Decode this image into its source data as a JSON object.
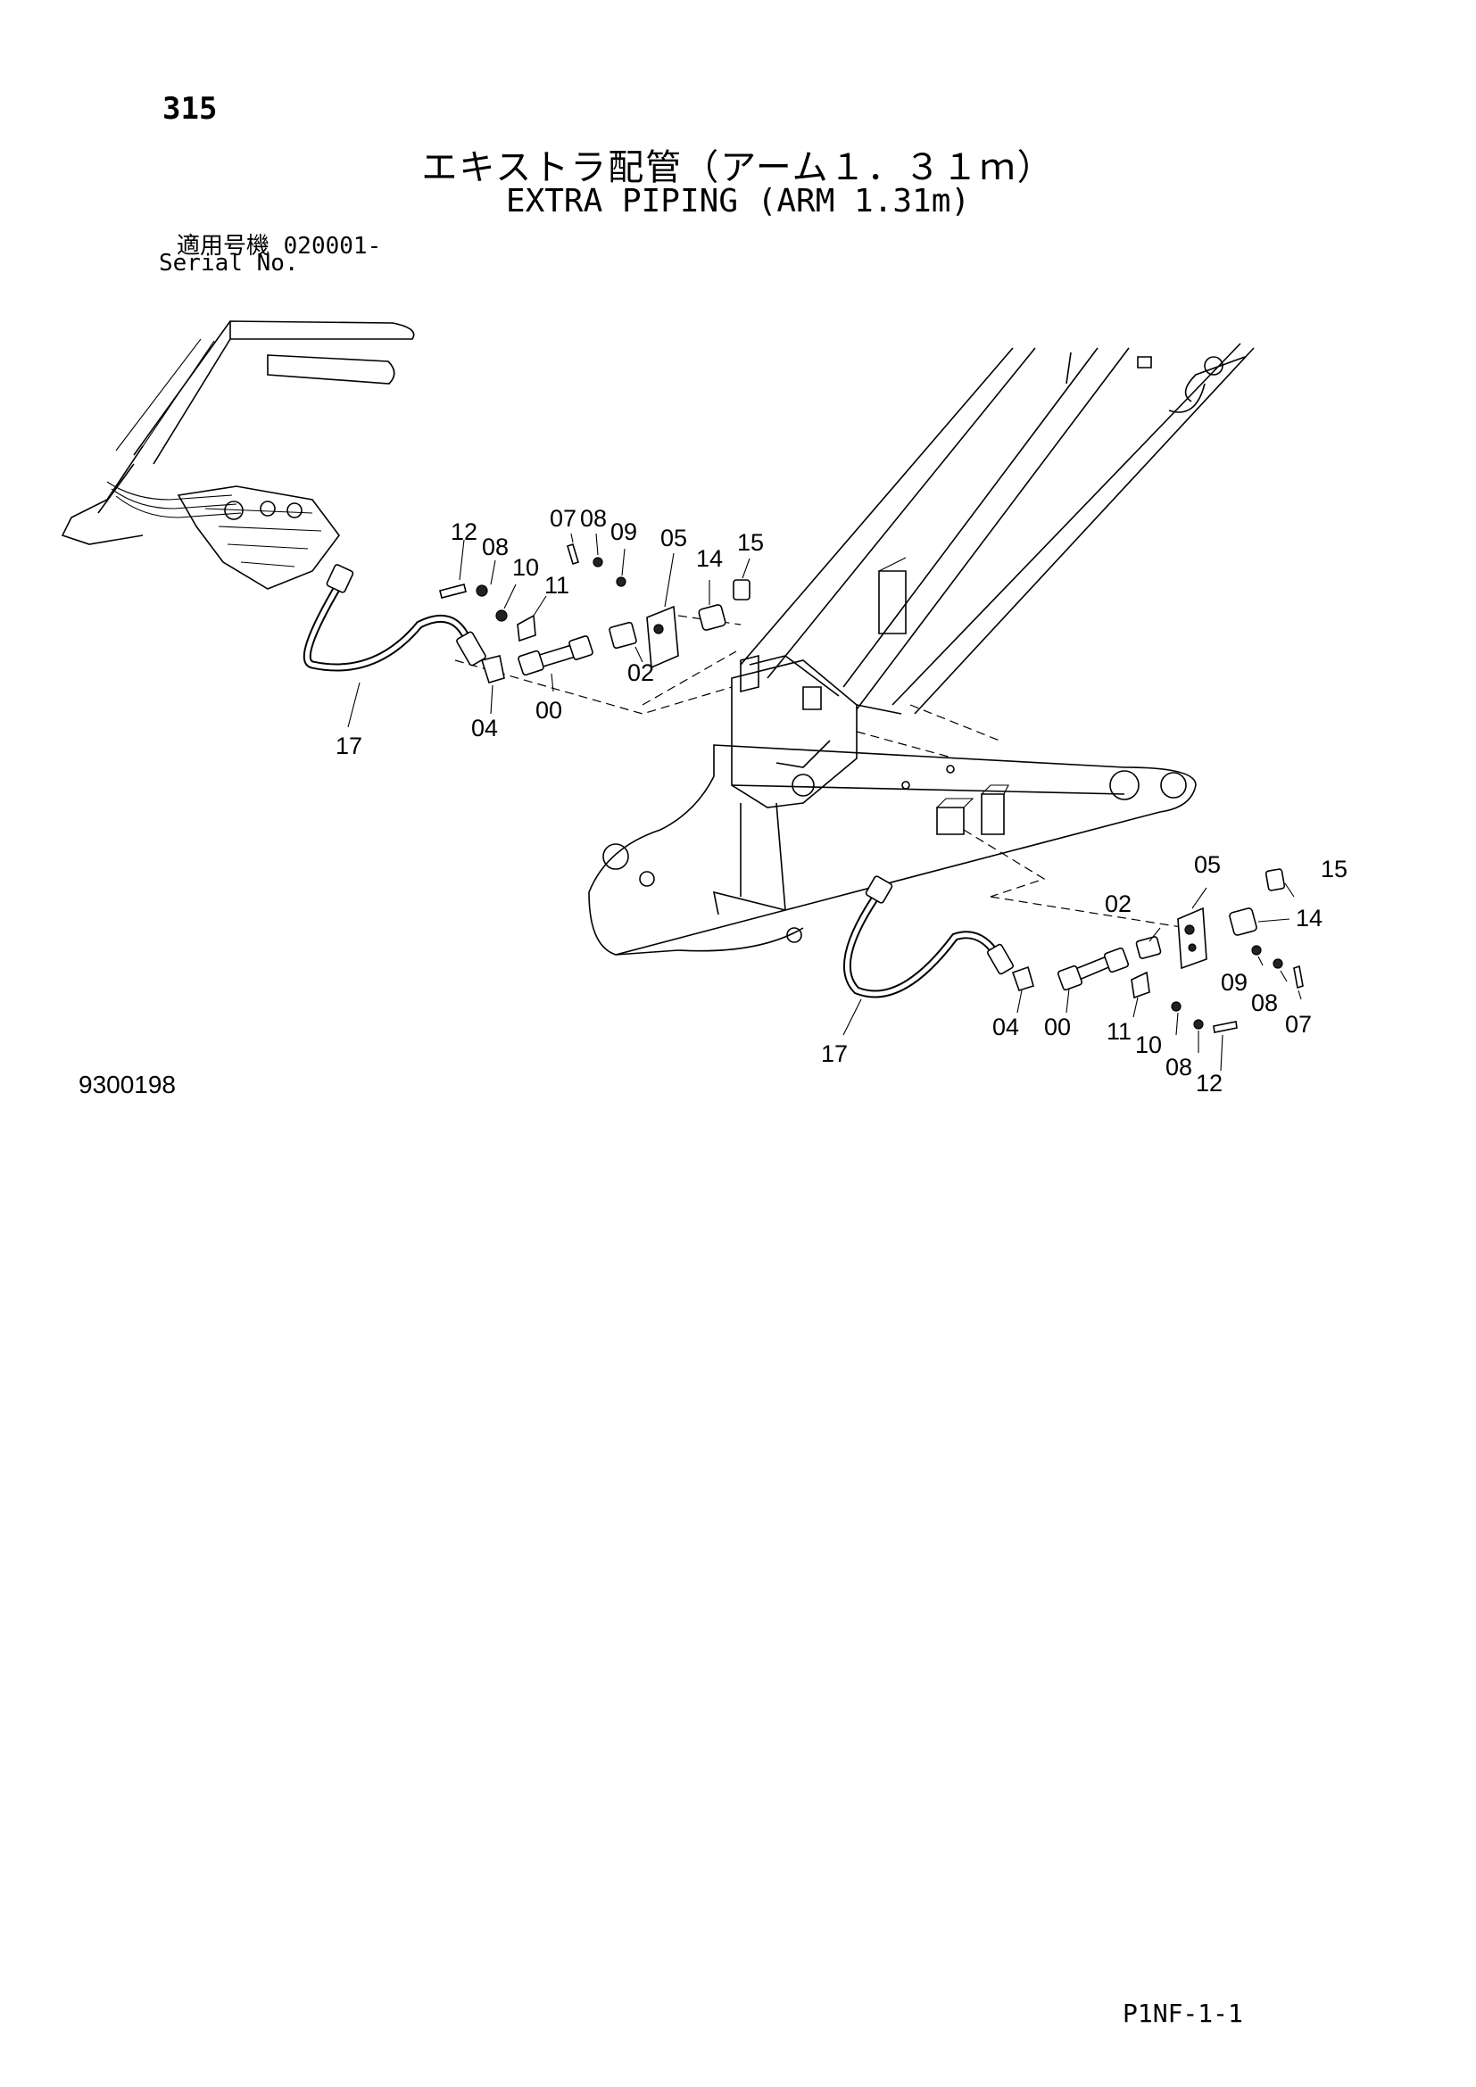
{
  "page_number": "315",
  "title_jp": "エキストラ配管（アーム１．３１ｍ）",
  "title_en": "EXTRA PIPING (ARM 1.31m)",
  "serial_label_jp": "適用号機  020001-",
  "serial_label_en": "Serial No.",
  "figure_number": "9300198",
  "footer_code": "P1NF-1-1",
  "callouts": {
    "upper": [
      "07",
      "08",
      "12",
      "08",
      "10",
      "11",
      "09",
      "05",
      "14",
      "15",
      "17",
      "04",
      "00",
      "02"
    ],
    "lower": [
      "05",
      "15",
      "02",
      "14",
      "09",
      "08",
      "07",
      "04",
      "00",
      "11",
      "10",
      "08",
      "12",
      "17"
    ]
  }
}
